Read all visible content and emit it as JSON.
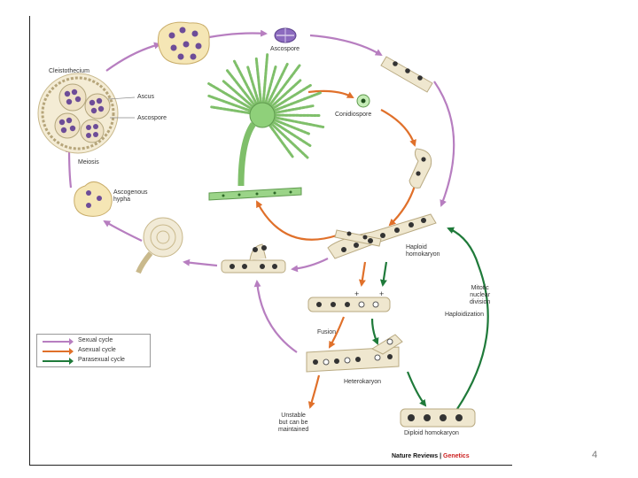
{
  "labels": {
    "cleistothecium": "Cleistothecium",
    "ascus": "Ascus",
    "ascospore_inner": "Ascospore",
    "ascospore_top": "Ascospore",
    "meiosis": "Meiosis",
    "ascogenous": "Ascogenous\nhypha",
    "conidiospore": "Conidiospore",
    "haploid": "Haploid\nhomokaryon",
    "fusion": "Fusion",
    "heterokaryon": "Heterokaryon",
    "unstable": "Unstable\nbut can be\nmaintained",
    "diploid": "Diploid homokaryon",
    "mitotic": "Mitotic\nnuclear\ndivision",
    "haploidization": "Haploidization",
    "plus1": "+",
    "plus2": "+"
  },
  "legend": {
    "items": [
      {
        "label": "Sexual cycle",
        "color": "#b77ec0"
      },
      {
        "label": "Asexual cycle",
        "color": "#e0702a"
      },
      {
        "label": "Parasexual cycle",
        "color": "#1f7a3a"
      }
    ]
  },
  "credit": {
    "journal": "Nature Reviews",
    "sep": "|",
    "section": "Genetics"
  },
  "page_number": "4",
  "colors": {
    "sexual": "#b77ec0",
    "asexual": "#e0702a",
    "parasexual": "#1f7a3a",
    "hypha_fill": "#efe7cf",
    "nucleus": "#333333",
    "ascospore_purple": "#6d4c98",
    "conidiophore_green": "#7fbf6a"
  }
}
